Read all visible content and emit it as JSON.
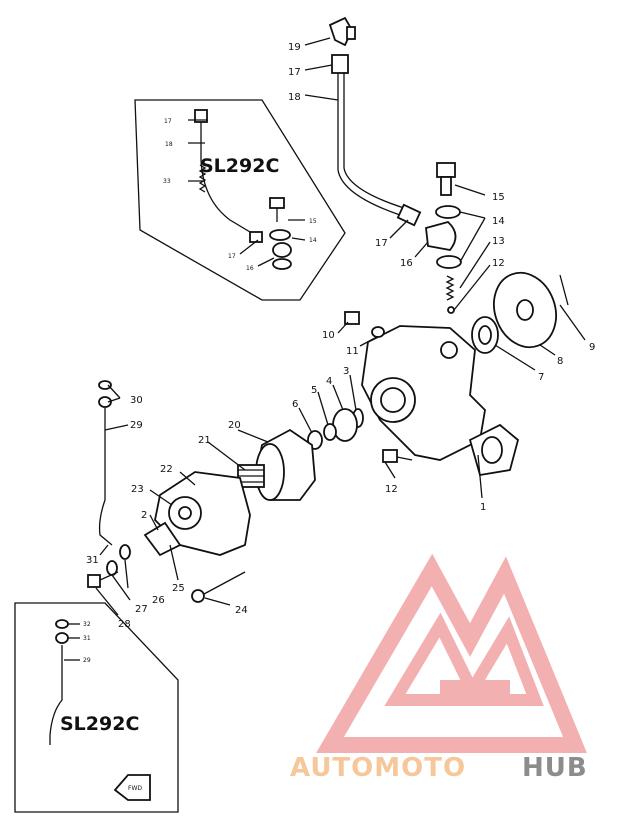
{
  "inset_top": {
    "model": "SL292C",
    "labels": [
      "17",
      "18",
      "33",
      "15",
      "14",
      "17",
      "16"
    ]
  },
  "inset_bottom": {
    "model": "SL292C",
    "labels": [
      "32",
      "31",
      "29"
    ]
  },
  "callouts": [
    "19",
    "17",
    "18",
    "15",
    "14",
    "17",
    "16",
    "13",
    "12",
    "9",
    "8",
    "10",
    "11",
    "7",
    "3",
    "4",
    "5",
    "6",
    "20",
    "21",
    "22",
    "23",
    "2",
    "1",
    "12",
    "30",
    "29",
    "31",
    "25",
    "26",
    "27",
    "28",
    "24"
  ],
  "fwd_mark": "FWD",
  "watermark": {
    "brand_part1": "AUTOMOTO",
    "brand_part2": "HUB",
    "colors": {
      "part1": "#f6c79a",
      "part2": "#8c8c8c",
      "logo": "#f2a3a3"
    }
  }
}
